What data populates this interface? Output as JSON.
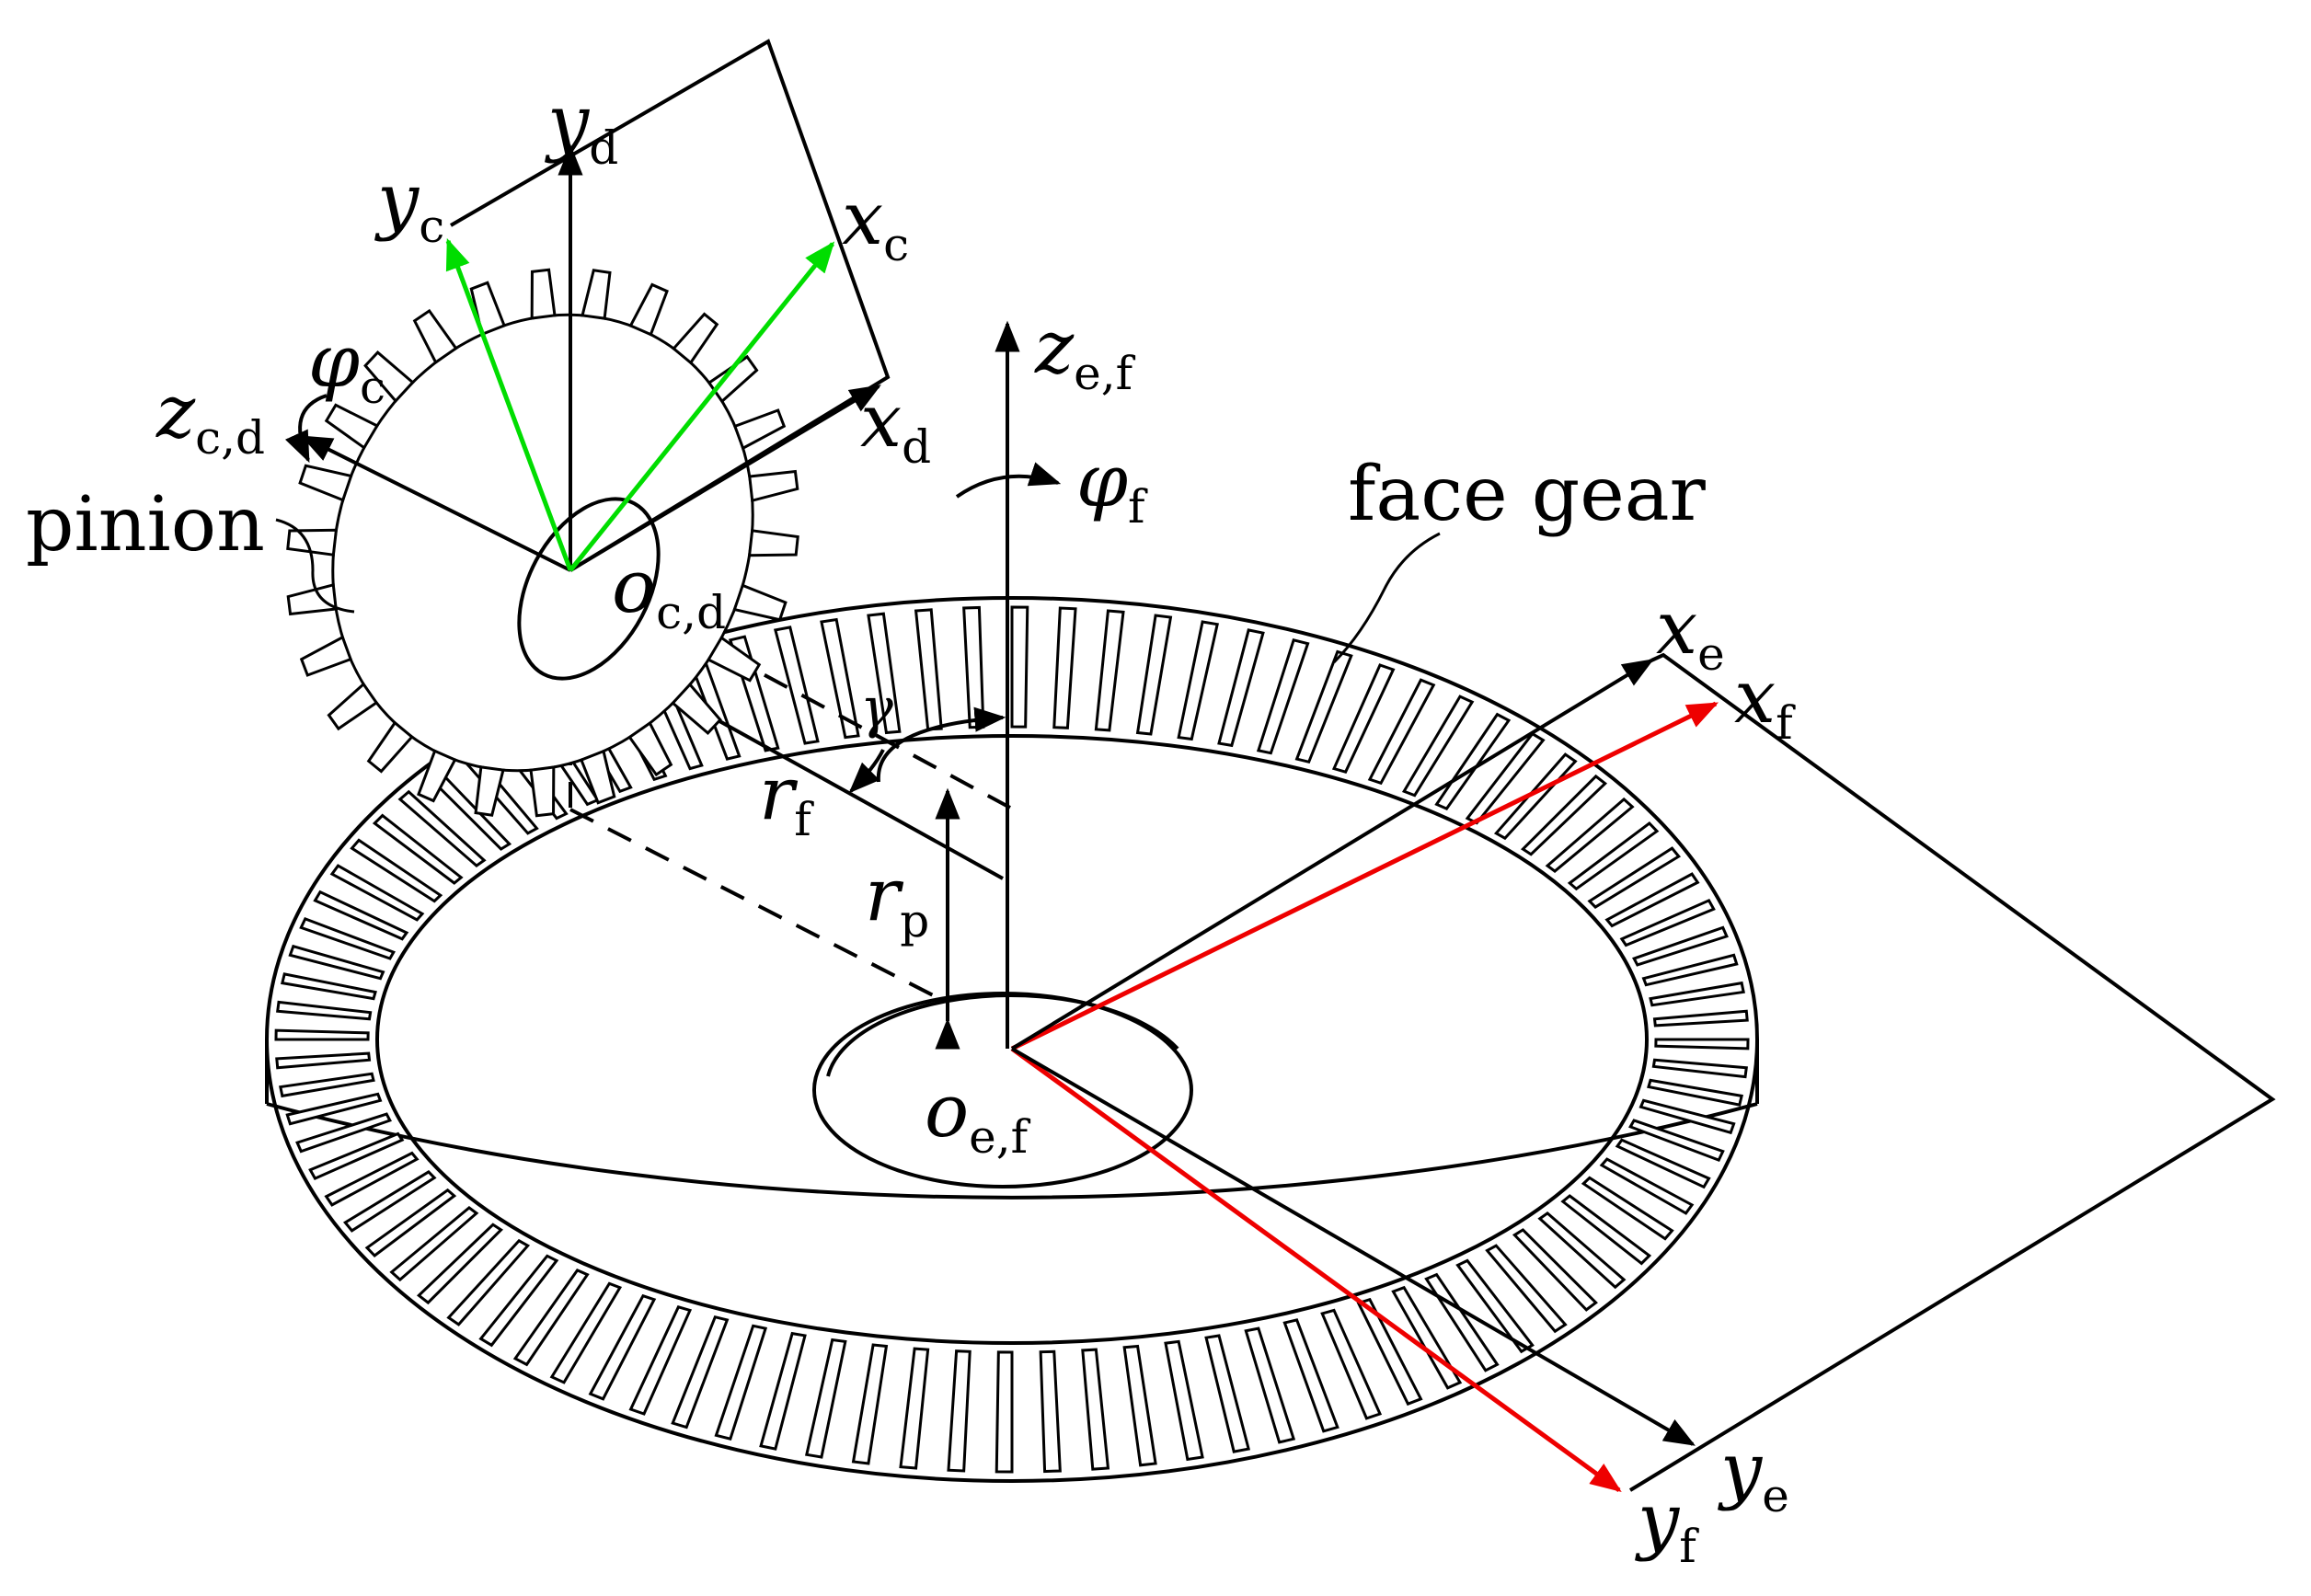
{
  "colors": {
    "line": "#000000",
    "green_axes": "#00dd00",
    "red_axes": "#ee0000",
    "background": "#ffffff"
  },
  "labels": {
    "yd": {
      "main": "y",
      "sub": "d"
    },
    "yc": {
      "main": "y",
      "sub": "c"
    },
    "xc": {
      "main": "x",
      "sub": "c"
    },
    "xd": {
      "main": "x",
      "sub": "d"
    },
    "zcd": {
      "main": "z",
      "sub": "c,d"
    },
    "phic": {
      "main": "φ",
      "sub": "c"
    },
    "ocd": {
      "main": "o",
      "sub": "c,d"
    },
    "zef": {
      "main": "z",
      "sub": "e,f"
    },
    "phif": {
      "main": "φ",
      "sub": "f"
    },
    "gamma": {
      "main": "γ"
    },
    "rf": {
      "main": "r",
      "sub": "f"
    },
    "rp": {
      "main": "r",
      "sub": "p"
    },
    "oef": {
      "main": "o",
      "sub": "e,f"
    },
    "xe": {
      "main": "x",
      "sub": "e"
    },
    "xf": {
      "main": "x",
      "sub": "f"
    },
    "ye": {
      "main": "y",
      "sub": "e"
    },
    "yf": {
      "main": "y",
      "sub": "f"
    }
  },
  "words": {
    "pinion": "pinion",
    "face_gear": "face gear"
  },
  "face_gear": {
    "tooth_count": 96
  },
  "pinion": {
    "tooth_count": 26
  }
}
